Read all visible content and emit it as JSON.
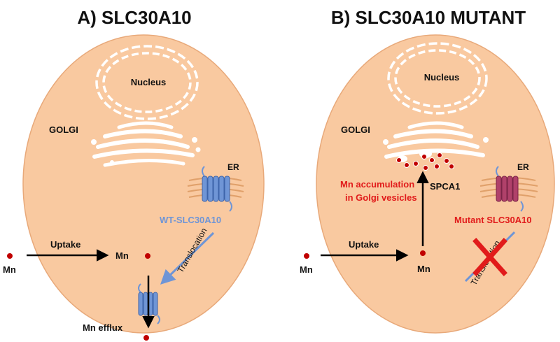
{
  "colors": {
    "cell_fill": "#f9c9a0",
    "cell_stroke": "#e8a97a",
    "organelle": "#ffffff",
    "transporter_wt": "#6f95d6",
    "transporter_mut": "#b0416a",
    "highlight_red": "#e11b1b",
    "wt_label_blue": "#6f95d6",
    "manganese_dot": "#c00000",
    "arrow": "#000000"
  },
  "panel_a": {
    "title": "A) SLC30A10",
    "nucleus_label": "Nucleus",
    "golgi_label": "GOLGI",
    "er_label": "ER",
    "transporter_label": "WT-SLC30A10",
    "translocation_label": "Translocation",
    "uptake_label": "Uptake",
    "mn_outside_label": "Mn",
    "mn_inside_label": "Mn",
    "efflux_label": "Mn efflux"
  },
  "panel_b": {
    "title": "B) SLC30A10 MUTANT",
    "nucleus_label": "Nucleus",
    "golgi_label": "GOLGI",
    "er_label": "ER",
    "spca1_label": "SPCA1",
    "accumulation_label_line1": "Mn accumulation",
    "accumulation_label_line2": "in Golgi vesicles",
    "mutant_label": "Mutant SLC30A10",
    "translocation_label": "Translocation",
    "uptake_label": "Uptake",
    "mn_outside_label": "Mn",
    "mn_inside_label": "Mn"
  }
}
